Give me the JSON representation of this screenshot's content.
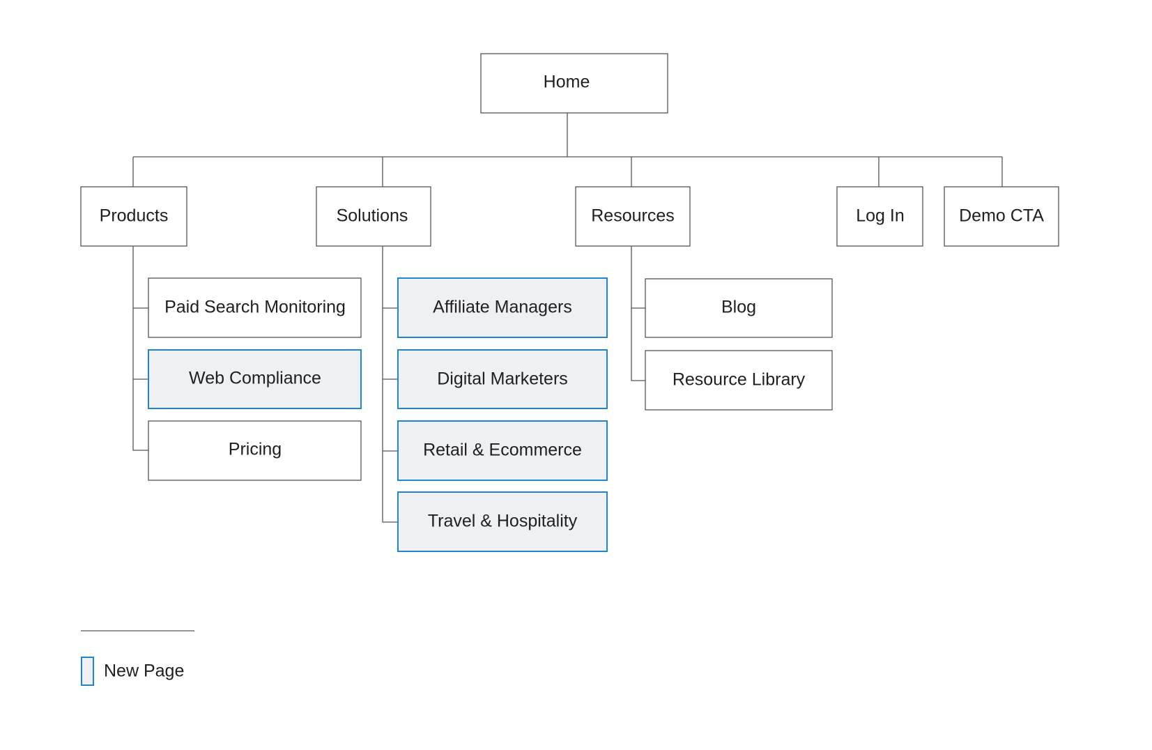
{
  "diagram": {
    "nodes": {
      "home": "Home",
      "products": "Products",
      "solutions": "Solutions",
      "resources": "Resources",
      "login": "Log In",
      "demo": "Demo CTA",
      "paid_search": "Paid Search Monitoring",
      "web_compliance": "Web Compliance",
      "pricing": "Pricing",
      "affiliate": "Affiliate Managers",
      "digital": "Digital Marketers",
      "retail": "Retail & Ecommerce",
      "travel": "Travel & Hospitality",
      "blog": "Blog",
      "resource_library": "Resource Library"
    },
    "new_pages": [
      "web_compliance",
      "affiliate",
      "digital",
      "retail",
      "travel"
    ]
  },
  "legend": {
    "new_page_label": "New Page"
  },
  "colors": {
    "new_page_border": "#1f86c9",
    "new_page_fill": "#eef0f3",
    "line": "#555555"
  }
}
